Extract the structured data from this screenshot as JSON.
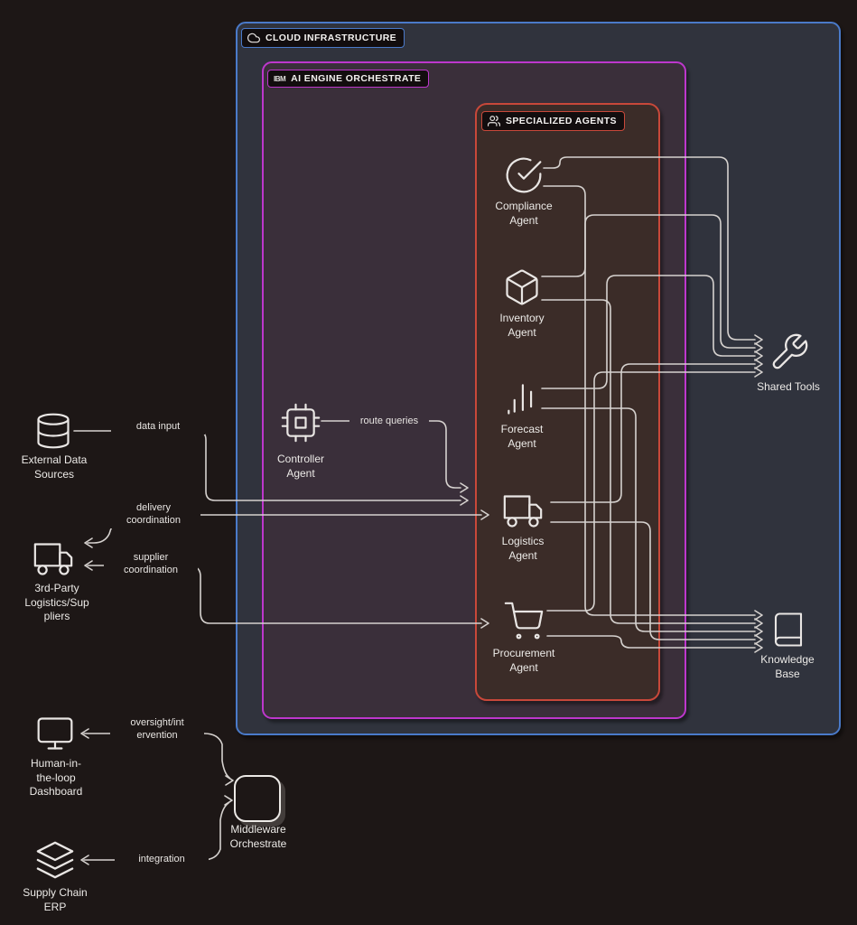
{
  "diagram": {
    "containers": {
      "cloud": {
        "label": "CLOUD INFRASTRUCTURE",
        "icon": "cloud-icon",
        "border_color": "#4a7ac9"
      },
      "ai_engine": {
        "label": "AI ENGINE ORCHESTRATE",
        "logo": "IBM",
        "border_color": "#bd37cc"
      },
      "specialized_agents": {
        "label": "SPECIALIZED AGENTS",
        "icon": "users-icon",
        "border_color": "#c8483a"
      }
    },
    "nodes": {
      "controller": {
        "label": "Controller\nAgent",
        "icon": "cpu-icon"
      },
      "compliance": {
        "label": "Compliance\nAgent",
        "icon": "check-circle-icon"
      },
      "inventory": {
        "label": "Inventory\nAgent",
        "icon": "package-icon"
      },
      "forecast": {
        "label": "Forecast\nAgent",
        "icon": "bar-chart-icon"
      },
      "logistics": {
        "label": "Logistics\nAgent",
        "icon": "truck-icon"
      },
      "procurement": {
        "label": "Procurement\nAgent",
        "icon": "shopping-cart-icon"
      },
      "external_data": {
        "label": "External Data\nSources",
        "icon": "database-icon"
      },
      "third_party": {
        "label": "3rd-Party\nLogistics/Sup\npliers",
        "icon": "truck-icon"
      },
      "human_loop": {
        "label": "Human-in-\nthe-loop\nDashboard",
        "icon": "monitor-icon"
      },
      "supply_erp": {
        "label": "Supply Chain\nERP",
        "icon": "layers-icon"
      },
      "middleware": {
        "label": "Middleware\nOrchestrate",
        "icon": "rounded-square-icon"
      },
      "shared_tools": {
        "label": "Shared Tools",
        "icon": "wrench-icon"
      },
      "knowledge_base": {
        "label": "Knowledge\nBase",
        "icon": "book-icon"
      }
    },
    "edge_labels": {
      "data_input": "data input",
      "route_queries": "route queries",
      "delivery": "delivery\ncoordination",
      "supplier": "supplier\ncoordination",
      "oversight": "oversight/int\nervention",
      "integration": "integration"
    },
    "colors": {
      "page_bg": "#1d1716",
      "cloud_fill": "#30333d",
      "ai_fill": "#3a2f3a",
      "agents_fill": "#3b2c28",
      "wire": "#d6d2cf",
      "text": "#eceae7"
    }
  }
}
